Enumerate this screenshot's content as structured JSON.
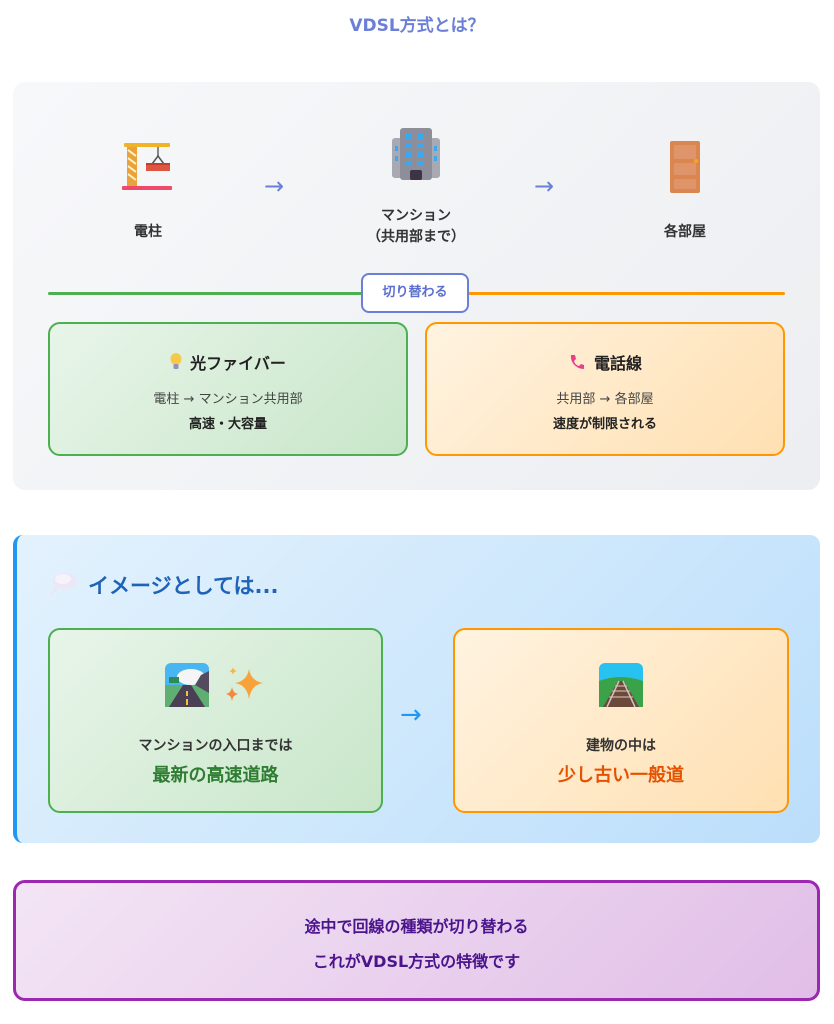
{
  "title": "VDSL方式とは？",
  "flow": {
    "nodes": [
      {
        "label": "電柱",
        "icon": "crane-icon"
      },
      {
        "label": "マンション",
        "label2": "（共用部まで）",
        "icon": "office-building-icon"
      },
      {
        "label": "各部屋",
        "icon": "door-icon"
      }
    ],
    "arrow": "→",
    "switch_label": "切り替わる"
  },
  "line_cards": [
    {
      "icon": "light-bulb-icon",
      "title": "光ファイバー",
      "route": "電柱 → マンション共用部",
      "note": "高速・大容量",
      "color": "#4caf50"
    },
    {
      "icon": "telephone-receiver-icon",
      "title": "電話線",
      "route": "共用部 → 各部屋",
      "note": "速度が制限される",
      "color": "#ff9800"
    }
  ],
  "image_section": {
    "icon": "thought-balloon-icon",
    "title": "イメージとしては...",
    "arrow": "→",
    "cards": [
      {
        "icons": [
          "motorway-icon",
          "sparkles-icon"
        ],
        "sub": "マンションの入口までは",
        "main": "最新の高速道路",
        "color": "#2e7d32"
      },
      {
        "icons": [
          "railway-track-icon"
        ],
        "sub": "建物の中は",
        "main": "少し古い一般道",
        "color": "#e65100"
      }
    ]
  },
  "summary": {
    "line1": "途中で回線の種類が切り替わる",
    "line2": "これがVDSL方式の特徴です"
  },
  "colors": {
    "accent": "#6b7fd7",
    "fiber": "#4caf50",
    "phone": "#ff9800",
    "info": "#2196f3",
    "summary": "#9c27b0"
  }
}
